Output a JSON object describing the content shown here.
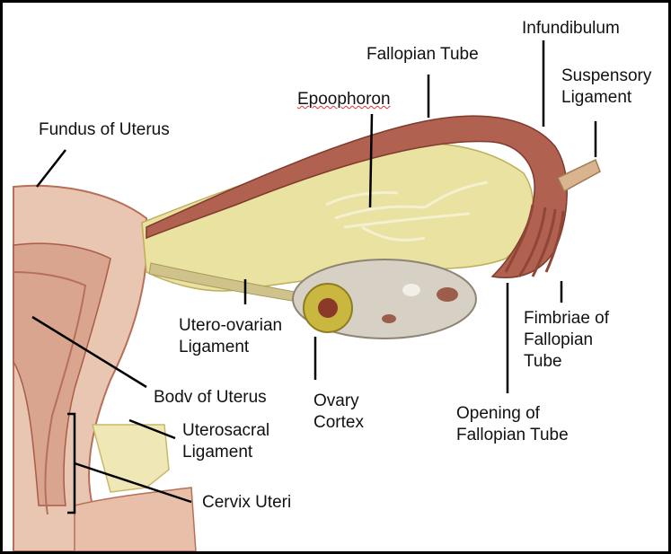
{
  "diagram": {
    "labels": {
      "fundus": "Fundus of Uterus",
      "fallopian_tube": "Fallopian Tube",
      "infundibulum": "Infundibulum",
      "suspensory_ligament": "Suspensory\nLigament",
      "epoophoron": "Epoophoron",
      "utero_ovarian_ligament": "Utero-ovarian\nLigament",
      "fimbriae": "Fimbriae of\nFallopian\nTube",
      "body_of_uterus": "Bodv of Uterus",
      "ovary_cortex": "Ovary\nCortex",
      "opening_of_tube": "Opening of\nFallopian Tube",
      "uterosacral_ligament": "Uterosacral\nLigament",
      "cervix": "Cervix Uteri"
    },
    "colors": {
      "uterus_tissue": "#e9c6b1",
      "uterus_dark": "#b86f5a",
      "ligament_yellow": "#e9e2a0",
      "tube_muscle": "#b0614f",
      "ovary": "#d7d0c5",
      "ovary_center": "#c9b740"
    }
  }
}
